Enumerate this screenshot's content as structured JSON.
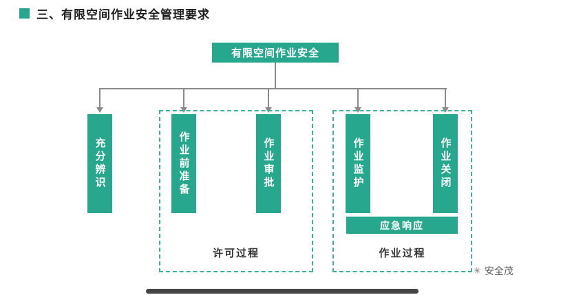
{
  "header": {
    "title": "三、有限空间作业安全管理要求"
  },
  "diagram": {
    "root": {
      "label": "有限空间作业安全"
    },
    "standalone_node": {
      "label": "充分辨识"
    },
    "groups": [
      {
        "label": "许可过程",
        "nodes": [
          {
            "label": "作业前准备"
          },
          {
            "label": "作业审批"
          }
        ]
      },
      {
        "label": "作业过程",
        "nodes": [
          {
            "label": "作业监护"
          },
          {
            "label": "作业关闭"
          }
        ],
        "banner": {
          "label": "应急响应"
        }
      }
    ]
  },
  "footer": {
    "watermark": "安全茂",
    "watermark_icon": "✳"
  },
  "colors": {
    "accent_green": "#27a78d",
    "dashed_border": "#3ab39a",
    "connector_gray": "#8a8a8a",
    "bottom_bar": "#454545"
  }
}
